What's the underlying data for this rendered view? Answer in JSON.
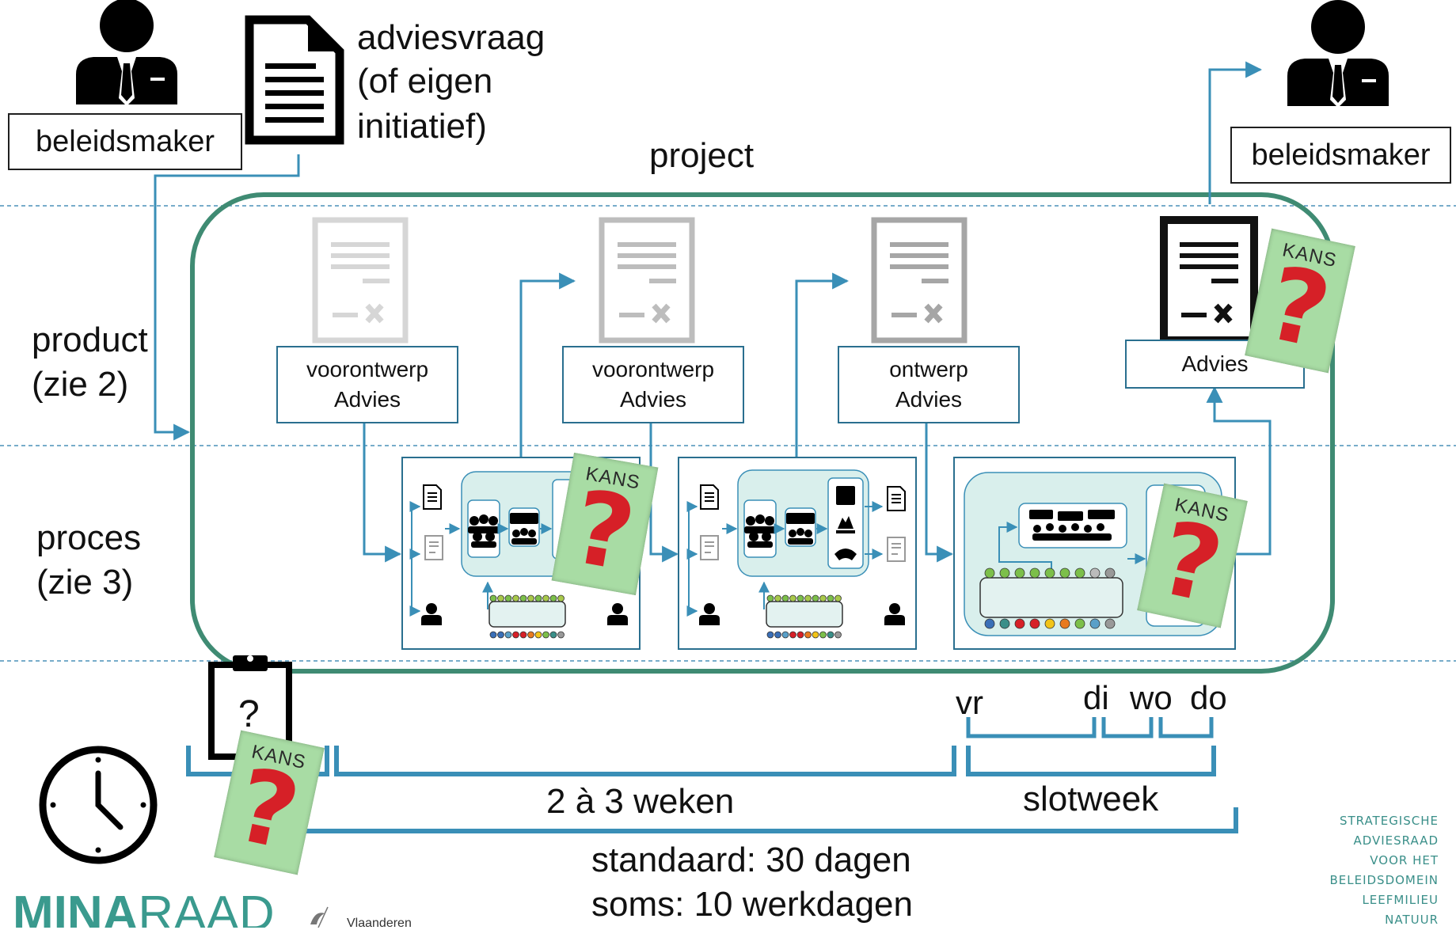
{
  "actors": {
    "left_label": "beleidsmaker",
    "right_label": "beleidsmaker"
  },
  "request_text": [
    "adviesvraag",
    "(of eigen",
    "initiatief)"
  ],
  "project_label": "project",
  "rows": {
    "product": [
      "product",
      "(zie 2)"
    ],
    "proces": [
      "proces",
      "(zie 3)"
    ]
  },
  "products": [
    {
      "line1": "voorontwerp",
      "line2": "Advies",
      "doc_color": "#d6d6d6"
    },
    {
      "line1": "voorontwerp",
      "line2": "Advies",
      "doc_color": "#bdbdbd"
    },
    {
      "line1": "ontwerp",
      "line2": "Advies",
      "doc_color": "#a6a6a6"
    },
    {
      "line1": "",
      "line2": "Advies",
      "doc_color": "#111111"
    }
  ],
  "kans_label": "KANS",
  "kans_symbol": "?",
  "clipboard_symbol": "?",
  "days": {
    "vr": "vr",
    "di": "di",
    "wo": "wo",
    "do": "do"
  },
  "periods": {
    "weeks": "2 à 3 weken",
    "slotweek": "slotweek"
  },
  "deadline": {
    "standard": "standaard: 30 dagen",
    "sometimes": "soms: 10 werkdagen"
  },
  "logo": {
    "mina": "MINA",
    "raad": "RAAD",
    "vlaanderen": "Vlaanderen"
  },
  "org_lines": [
    "STRATEGISCHE",
    "ADVIESRAAD",
    "VOOR HET",
    "BELEIDSDOMEIN",
    "LEEFMILIEU",
    "NATUUR"
  ],
  "colors": {
    "project_border": "#3f8b73",
    "flow": "#3a8fb7",
    "process_bg": "#d9efec",
    "kans_card": "#a8dca4",
    "kans_q": "#d62027",
    "logo": "#3a9a8e"
  }
}
